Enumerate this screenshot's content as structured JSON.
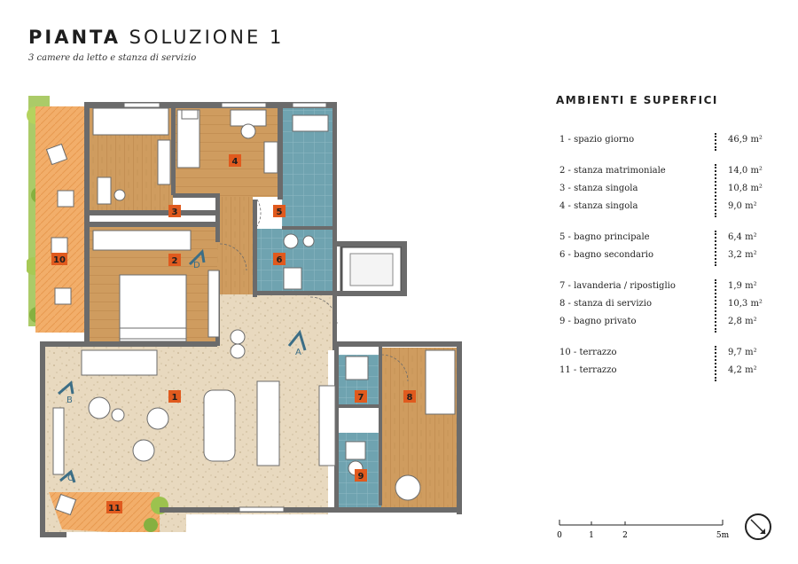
{
  "header": {
    "title_bold": "PIANTA",
    "title_light": "SOLUZIONE 1",
    "subtitle": "3 camere da letto e stanza di servizio"
  },
  "legend": {
    "title": "AMBIENTI E SUPERFICI",
    "rooms": [
      {
        "label": "1 - spazio giorno",
        "value": "46,9 m²"
      },
      {
        "label": "2 - stanza matrimoniale",
        "value": "14,0 m²"
      },
      {
        "label": "3 - stanza singola",
        "value": "10,8 m²"
      },
      {
        "label": "4 - stanza singola",
        "value": "9,0 m²"
      },
      {
        "label": "5 - bagno principale",
        "value": "6,4 m²"
      },
      {
        "label": "6 - bagno secondario",
        "value": "3,2 m²"
      },
      {
        "label": "7 - lavanderia / ripostiglio",
        "value": "1,9 m²"
      },
      {
        "label": "8 - stanza di servizio",
        "value": "10,3 m²"
      },
      {
        "label": "9 - bagno privato",
        "value": "2,8 m²"
      },
      {
        "label": "10 - terrazzo",
        "value": "9,7 m²"
      },
      {
        "label": "11 - terrazzo",
        "value": "4,2 m²"
      }
    ]
  },
  "plan": {
    "room_numbers": [
      "1",
      "2",
      "3",
      "4",
      "5",
      "6",
      "7",
      "8",
      "9",
      "10",
      "11"
    ],
    "view_markers": [
      "A",
      "B",
      "C",
      "D"
    ],
    "marker_color": "#e05a1e"
  },
  "scale": {
    "ticks": [
      "0",
      "1",
      "2",
      "5m"
    ]
  }
}
